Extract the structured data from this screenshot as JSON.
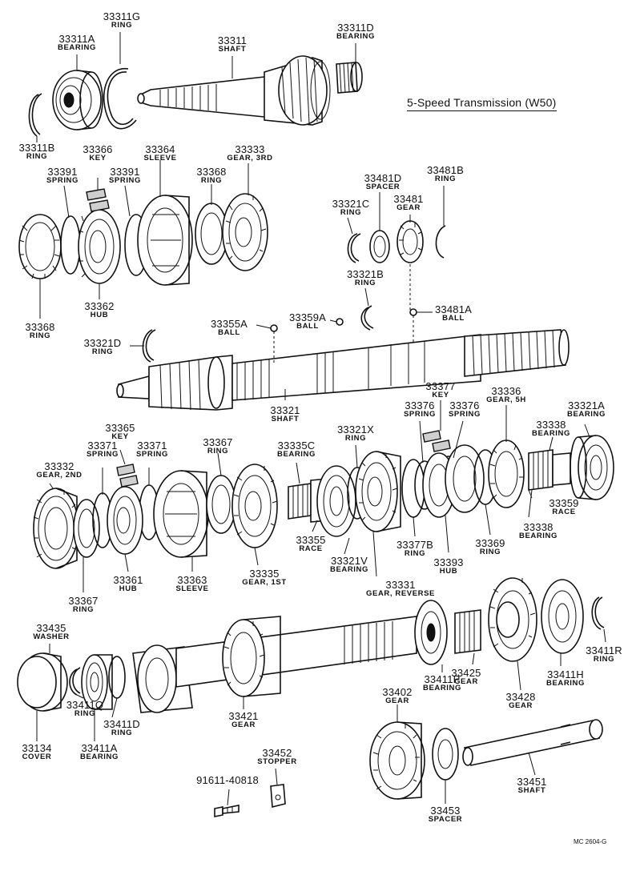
{
  "title": "5-Speed Transmission (W50)",
  "ref_code": "MC 2604-G",
  "parts": [
    {
      "no": "33311G",
      "name": "RING"
    },
    {
      "no": "33311A",
      "name": "BEARING"
    },
    {
      "no": "33311",
      "name": "SHAFT"
    },
    {
      "no": "33311D",
      "name": "BEARING"
    },
    {
      "no": "33311B",
      "name": "RING"
    },
    {
      "no": "33366",
      "name": "KEY"
    },
    {
      "no": "33364",
      "name": "SLEEVE"
    },
    {
      "no": "33333",
      "name": "GEAR, 3RD"
    },
    {
      "no": "33391",
      "name": "SPRING"
    },
    {
      "no": "33391",
      "name": "SPRING"
    },
    {
      "no": "33368",
      "name": "RING"
    },
    {
      "no": "33362",
      "name": "HUB"
    },
    {
      "no": "33368",
      "name": "RING"
    },
    {
      "no": "33481D",
      "name": "SPACER"
    },
    {
      "no": "33481B",
      "name": "RING"
    },
    {
      "no": "33321C",
      "name": "RING"
    },
    {
      "no": "33481",
      "name": "GEAR"
    },
    {
      "no": "33321B",
      "name": "RING"
    },
    {
      "no": "33355A",
      "name": "BALL"
    },
    {
      "no": "33359A",
      "name": "BALL"
    },
    {
      "no": "33481A",
      "name": "BALL"
    },
    {
      "no": "33321D",
      "name": "RING"
    },
    {
      "no": "33321",
      "name": "SHAFT"
    },
    {
      "no": "33377",
      "name": "KEY"
    },
    {
      "no": "33336",
      "name": "GEAR, 5H"
    },
    {
      "no": "33365",
      "name": "KEY"
    },
    {
      "no": "33367",
      "name": "RING"
    },
    {
      "no": "33335C",
      "name": "BEARING"
    },
    {
      "no": "33321X",
      "name": "RING"
    },
    {
      "no": "33376",
      "name": "SPRING"
    },
    {
      "no": "33376",
      "name": "SPRING"
    },
    {
      "no": "33321A",
      "name": "BEARING"
    },
    {
      "no": "33338",
      "name": "BEARING"
    },
    {
      "no": "33371",
      "name": "SPRING"
    },
    {
      "no": "33371",
      "name": "SPRING"
    },
    {
      "no": "33332",
      "name": "GEAR, 2ND"
    },
    {
      "no": "33359",
      "name": "RACE"
    },
    {
      "no": "33338",
      "name": "BEARING"
    },
    {
      "no": "33355",
      "name": "RACE"
    },
    {
      "no": "33369",
      "name": "RING"
    },
    {
      "no": "33377B",
      "name": "RING"
    },
    {
      "no": "33321V",
      "name": "BEARING"
    },
    {
      "no": "33393",
      "name": "HUB"
    },
    {
      "no": "33361",
      "name": "HUB"
    },
    {
      "no": "33363",
      "name": "SLEEVE"
    },
    {
      "no": "33335",
      "name": "GEAR, 1ST"
    },
    {
      "no": "33331",
      "name": "GEAR, REVERSE"
    },
    {
      "no": "33367",
      "name": "RING"
    },
    {
      "no": "33435",
      "name": "WASHER"
    },
    {
      "no": "33411R",
      "name": "RING"
    },
    {
      "no": "33425",
      "name": "GEAR"
    },
    {
      "no": "33411H",
      "name": "BEARING"
    },
    {
      "no": "33411P",
      "name": "BEARING"
    },
    {
      "no": "33428",
      "name": "GEAR"
    },
    {
      "no": "33411Q",
      "name": "RING"
    },
    {
      "no": "33411D",
      "name": "RING"
    },
    {
      "no": "33421",
      "name": "GEAR"
    },
    {
      "no": "33402",
      "name": "GEAR"
    },
    {
      "no": "33134",
      "name": "COVER"
    },
    {
      "no": "33411A",
      "name": "BEARING"
    },
    {
      "no": "33452",
      "name": "STOPPER"
    },
    {
      "no": "91611-40818",
      "name": ""
    },
    {
      "no": "33451",
      "name": "SHAFT"
    },
    {
      "no": "33453",
      "name": "SPACER"
    }
  ]
}
